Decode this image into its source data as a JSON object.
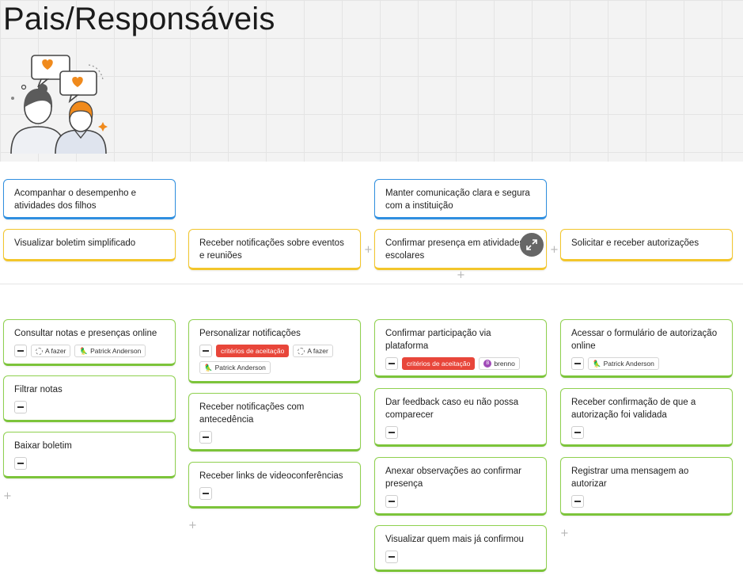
{
  "page": {
    "title": "Pais/Responsáveis"
  },
  "colors": {
    "activity": "#2f8fe0",
    "task": "#f3c62b",
    "story": "#8fd14f",
    "tag_red": "#e8463a"
  },
  "activities": [
    "Acompanhar o desempenho e atividades dos filhos",
    "Manter comunicação clara e segura com a instituição"
  ],
  "tasks": [
    "Visualizar boletim simplificado",
    "Receber notificações sobre eventos e reuniões",
    "Confirmar presença em atividades escolares",
    "Solicitar e receber autorizações"
  ],
  "stories": {
    "col1": [
      {
        "text": "Consultar notas e presenças online",
        "status": "A fazer",
        "assignee": "Patrick Anderson"
      },
      {
        "text": "Filtrar notas"
      },
      {
        "text": "Baixar boletim"
      }
    ],
    "col2": [
      {
        "text": "Personalizar notificações",
        "tag": "critérios de aceitação",
        "status": "A fazer",
        "assignee": "Patrick Anderson"
      },
      {
        "text": "Receber notificações com antecedência"
      },
      {
        "text": "Receber links de videoconferências"
      }
    ],
    "col3": [
      {
        "text": "Confirmar participação via plataforma",
        "tag": "critérios de aceitação",
        "assignee": "brenno",
        "assignee_initial": "B"
      },
      {
        "text": "Dar feedback caso eu não possa comparecer"
      },
      {
        "text": "Anexar observações ao confirmar presença"
      },
      {
        "text": "Visualizar quem mais já confirmou"
      }
    ],
    "col4": [
      {
        "text": "Acessar o formulário de autorização online",
        "assignee": "Patrick Anderson"
      },
      {
        "text": "Receber confirmação de que a autorização foi validada"
      },
      {
        "text": "Registrar uma mensagem ao autorizar"
      }
    ]
  },
  "icons": {
    "note": "note-lines-icon",
    "status": "dashed-circle-icon",
    "avatar": "avatar-icon",
    "expand": "expand-icon",
    "add": "plus-icon"
  },
  "add_symbol": "+"
}
